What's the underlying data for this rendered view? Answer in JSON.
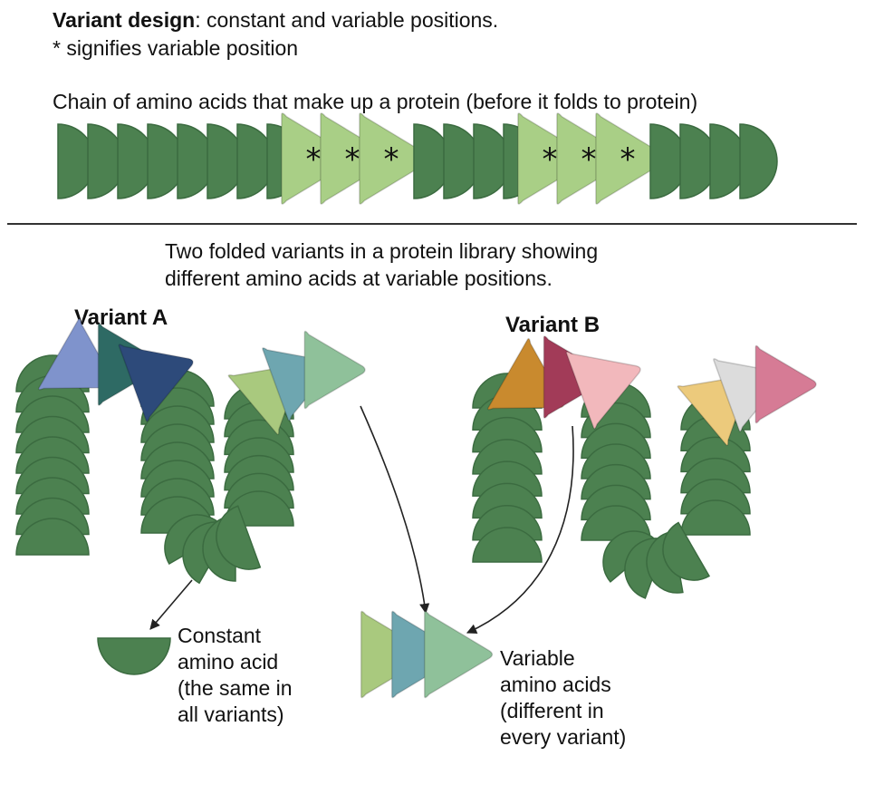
{
  "header": {
    "title_bold": "Variant design",
    "title_rest": ": constant and variable positions.",
    "note": "* signifies variable position"
  },
  "chain": {
    "caption": "Chain of amino acids that make up a protein (before it folds to protein)",
    "sequence": [
      "C",
      "C",
      "C",
      "C",
      "C",
      "C",
      "C",
      "C",
      "V",
      "V",
      "V",
      "C",
      "C",
      "C",
      "C",
      "V",
      "V",
      "V",
      "C",
      "C",
      "C",
      "C"
    ],
    "variable_marker": "*"
  },
  "folded": {
    "caption_line1": "Two folded variants in a protein library showing",
    "caption_line2": "different amino acids at variable positions.",
    "variant_a_label": "Variant A",
    "variant_b_label": "Variant B",
    "variant_a_variable_colors": [
      "#7f93cc",
      "#2e6a64",
      "#2d4a7a",
      "#a9c97e",
      "#6ea6b0",
      "#8fc19a"
    ],
    "variant_b_variable_colors": [
      "#c98a2e",
      "#a23b58",
      "#f2b8bc",
      "#ecca7c",
      "#dcdcdc",
      "#d67b95"
    ]
  },
  "legend": {
    "constant_lines": [
      "Constant",
      "amino acid",
      "(the same in",
      "all variants)"
    ],
    "variable_lines": [
      "Variable",
      "amino acids",
      "(different in",
      "every variant)"
    ],
    "variable_colors": [
      "#a9c97e",
      "#6ea6b0",
      "#8fc19a"
    ]
  },
  "colors": {
    "constant": "#4c8150",
    "constant_edge": "#3b6b40",
    "variable": "#a9cf86",
    "variable_edge": "#8ab86a"
  }
}
